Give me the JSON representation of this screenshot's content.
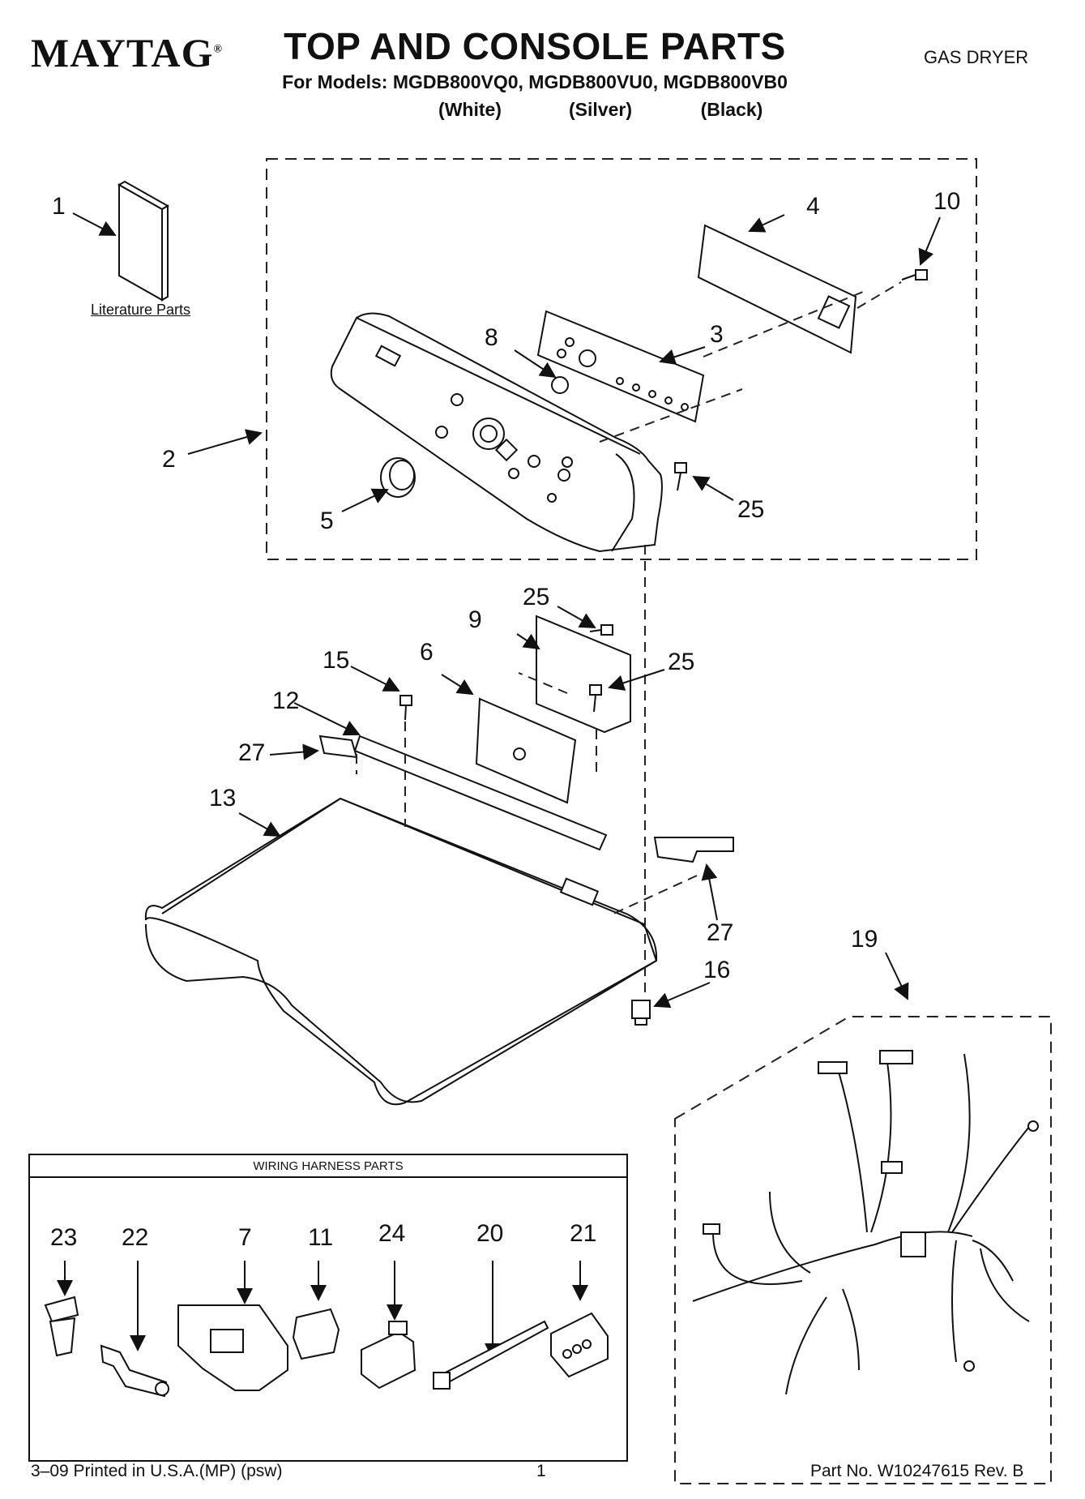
{
  "header": {
    "brand": "MAYTAG",
    "trademark": "®",
    "title": "TOP AND CONSOLE PARTS",
    "models": "For Models: MGDB800VQ0, MGDB800VU0, MGDB800VB0",
    "colors": [
      "(White)",
      "(Silver)",
      "(Black)"
    ],
    "product_type": "GAS DRYER"
  },
  "literature": {
    "label": "Literature Parts"
  },
  "callouts": [
    "1",
    "2",
    "3",
    "4",
    "5",
    "6",
    "8",
    "9",
    "10",
    "12",
    "13",
    "15",
    "16",
    "19",
    "25",
    "25",
    "25",
    "27",
    "27"
  ],
  "wiring_harness": {
    "title": "WIRING HARNESS PARTS",
    "callouts": [
      "23",
      "22",
      "7",
      "11",
      "24",
      "20",
      "21"
    ]
  },
  "footer": {
    "printed": "3–09 Printed in U.S.A.(MP) (psw)",
    "page": "1",
    "part_no": "Part No. W10247615 Rev. B"
  }
}
